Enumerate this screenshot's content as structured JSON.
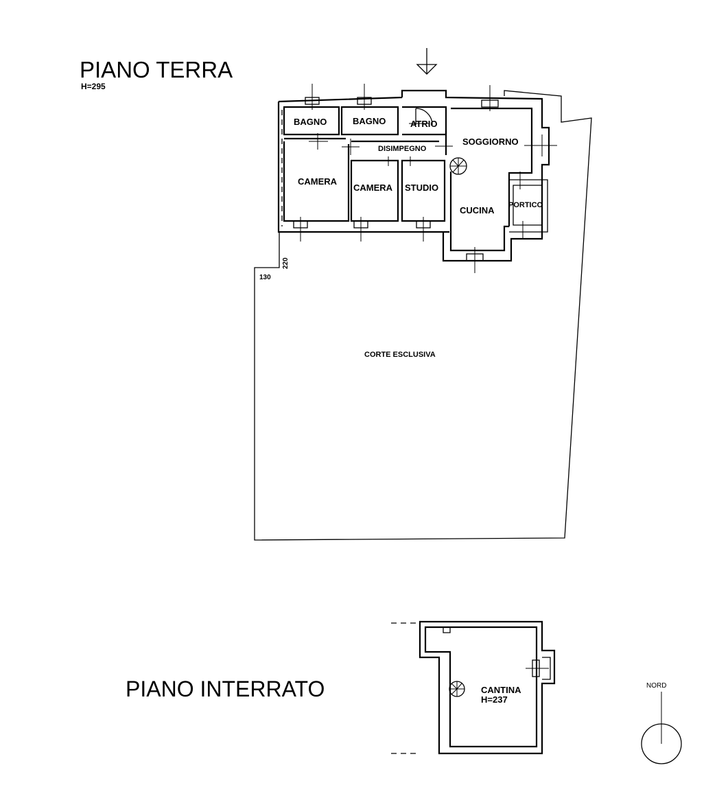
{
  "ground_floor": {
    "title": "PIANO TERRA",
    "height_label": "H=295",
    "rooms": {
      "bagno_1": "BAGNO",
      "bagno_2": "BAGNO",
      "atrio": "ATRIO",
      "soggiorno": "SOGGIORNO",
      "disimpegno": "DISIMPEGNO",
      "camera_1": "CAMERA",
      "camera_2": "CAMERA",
      "studio": "STUDIO",
      "cucina": "CUCINA",
      "portico": "PORTICO"
    },
    "courtyard": "CORTE ESCLUSIVA",
    "dimensions": {
      "vertical": "220",
      "horizontal": "130"
    }
  },
  "basement": {
    "title": "PIANO INTERRATO",
    "room": "CANTINA",
    "height_label": "H=237"
  },
  "compass": {
    "label": "NORD"
  }
}
